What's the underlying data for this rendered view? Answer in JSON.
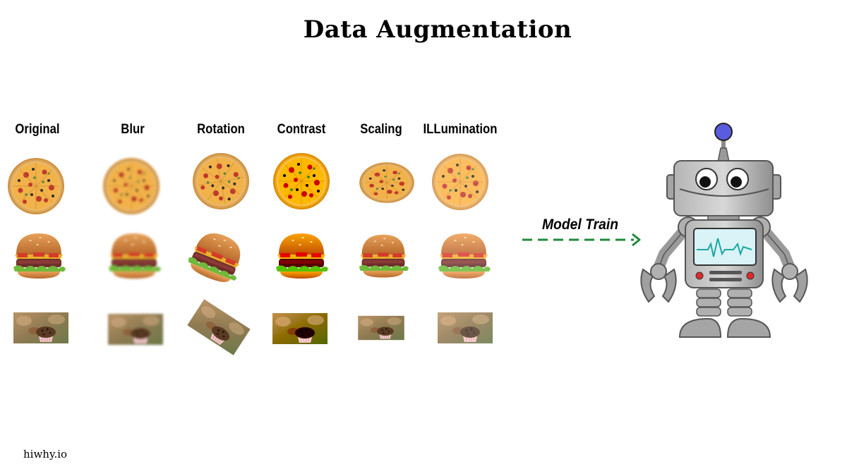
{
  "title": "Data Augmentation",
  "columns": [
    "Original",
    "Blur",
    "Rotation",
    "Contrast",
    "Scaling",
    "ILLumination"
  ],
  "arrow_label": "Model Train",
  "watermark": "hiwhy.io",
  "colors": {
    "arrow": "#1f8a3b",
    "robot_body": "#9a9a9a",
    "robot_screen": "#d9f3f7",
    "robot_pulse": "#1aa7a1",
    "robot_antenna_ball": "#5a5ce0",
    "robot_buttons": "#e02a2a"
  },
  "rows": [
    "pizza",
    "burger",
    "muffin"
  ]
}
